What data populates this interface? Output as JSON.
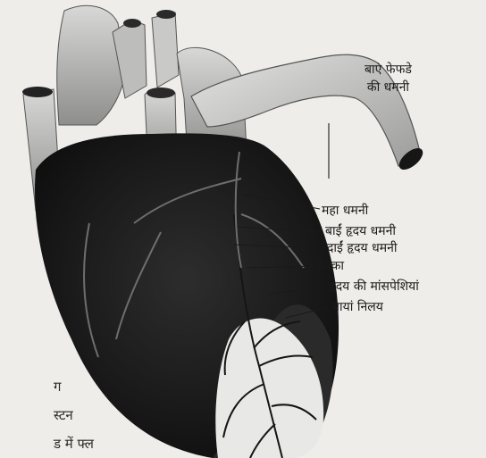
{
  "labels": {
    "left_pulmonary_artery_line1": "बाएं फेफडे",
    "left_pulmonary_artery_line2": "की धमनी",
    "aorta": "महा धमनी",
    "left_coronary_artery": "बाईं हृदय धमनी",
    "right_coronary_artery": "दाईं हृदय धमनी",
    "clot": "थक्का",
    "heart_muscles": "हृदय की मांसपेशियां",
    "left_ventricle": "बायां निलय"
  },
  "page_bleed": {
    "line1": "ग",
    "line2": "स्टन",
    "line3": "ड में फ्ल"
  }
}
